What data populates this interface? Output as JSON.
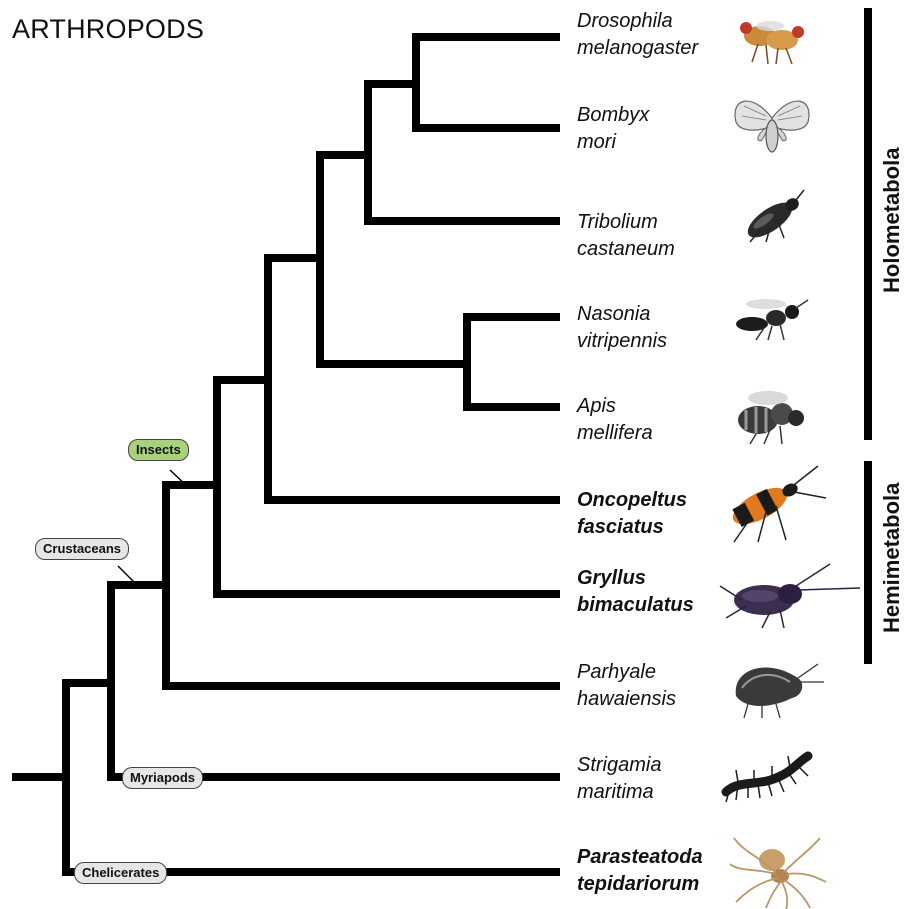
{
  "title": "ARTHROPODS",
  "taxa": [
    {
      "genus": "Drosophila",
      "species": "melanogaster",
      "bold": false,
      "icon": "fly-icon"
    },
    {
      "genus": "Bombyx",
      "species": "mori",
      "bold": false,
      "icon": "moth-icon"
    },
    {
      "genus": "Tribolium",
      "species": "castaneum",
      "bold": false,
      "icon": "beetle-icon"
    },
    {
      "genus": "Nasonia",
      "species": "vitripennis",
      "bold": false,
      "icon": "wasp-icon"
    },
    {
      "genus": "Apis",
      "species": "mellifera",
      "bold": false,
      "icon": "bee-icon"
    },
    {
      "genus": "Oncopeltus",
      "species": "fasciatus",
      "bold": true,
      "icon": "milkweed-bug-icon"
    },
    {
      "genus": "Gryllus",
      "species": "bimaculatus",
      "bold": true,
      "icon": "cricket-icon"
    },
    {
      "genus": "Parhyale",
      "species": "hawaiensis",
      "bold": false,
      "icon": "amphipod-icon"
    },
    {
      "genus": "Strigamia",
      "species": "maritima",
      "bold": false,
      "icon": "centipede-icon"
    },
    {
      "genus": "Parasteatoda",
      "species": "tepidariorum",
      "bold": true,
      "icon": "spider-icon"
    }
  ],
  "clades": {
    "insects": {
      "label": "Insects",
      "color": "#a8d27a"
    },
    "crustaceans": {
      "label": "Crustaceans",
      "color": "#e6e6e6"
    },
    "myriapods": {
      "label": "Myriapods",
      "color": "#e6e6e6"
    },
    "chelicerates": {
      "label": "Chelicerates",
      "color": "#e6e6e6"
    }
  },
  "groups": {
    "holometabola": "Holometabola",
    "hemimetabola": "Hemimetabola"
  },
  "colors": {
    "branch": "#000000"
  }
}
